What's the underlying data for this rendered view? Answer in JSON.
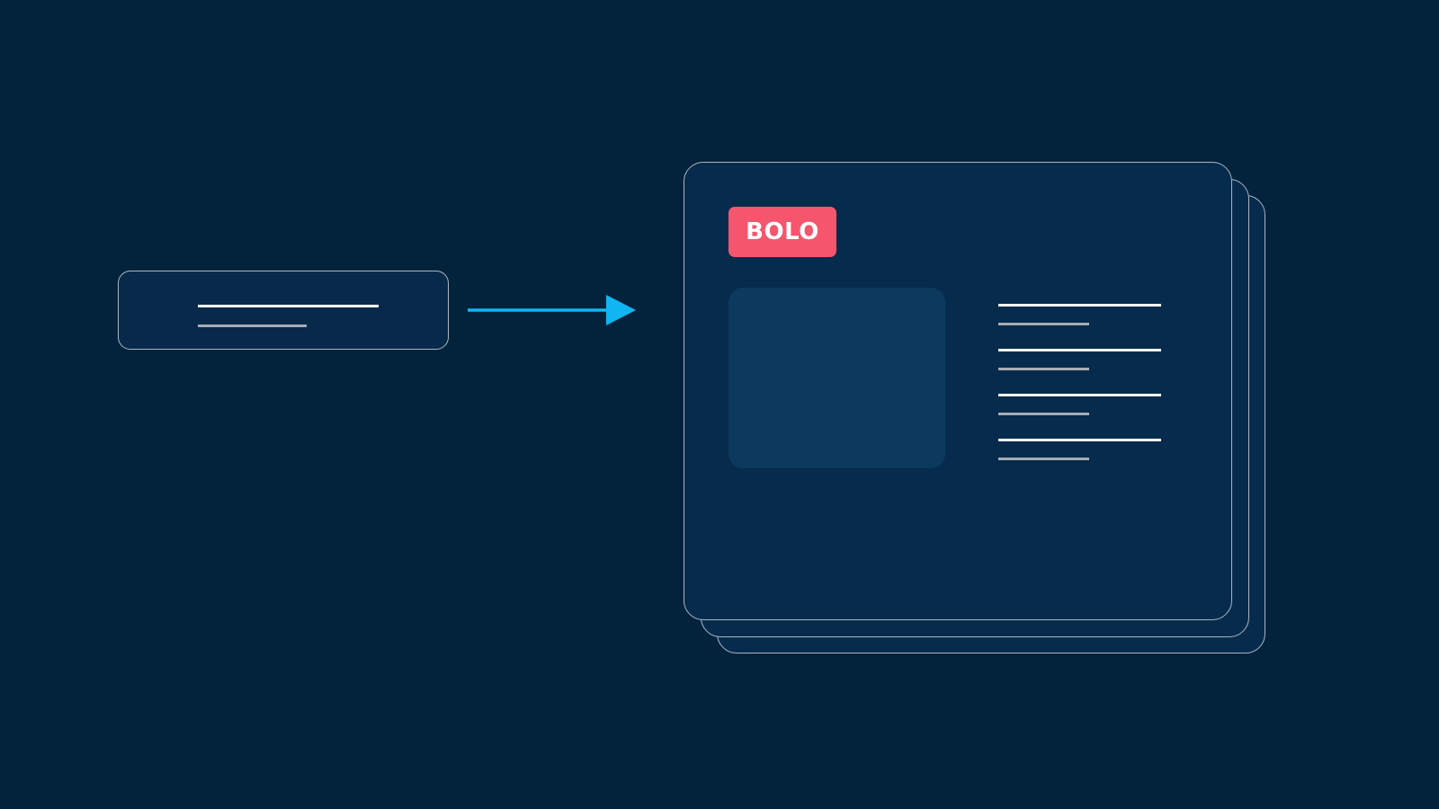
{
  "badge": {
    "label": "BOLO",
    "color": "#f5566d"
  },
  "colors": {
    "background": "#03233d",
    "card_fill": "#072a4b",
    "card_border": "#a9b6c3",
    "arrow": "#0fb6f2",
    "image_placeholder": "#0b3a5e"
  },
  "source_card": {
    "text_lines": 2
  },
  "target_card": {
    "stack_layers": 3,
    "detail_rows": 4
  }
}
